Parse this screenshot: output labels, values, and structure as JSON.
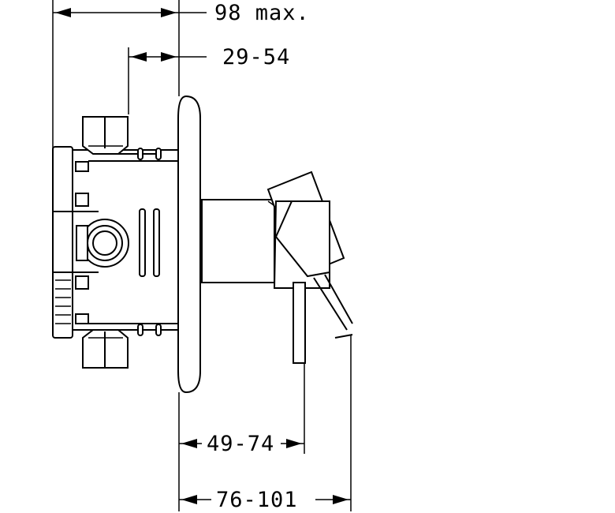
{
  "dimensions": {
    "overall_depth": "98 max.",
    "body_depth": "29-54",
    "handle_offset": "49-74",
    "handle_depth": "76-101"
  },
  "colors": {
    "line": "#000000",
    "background": "#ffffff"
  }
}
